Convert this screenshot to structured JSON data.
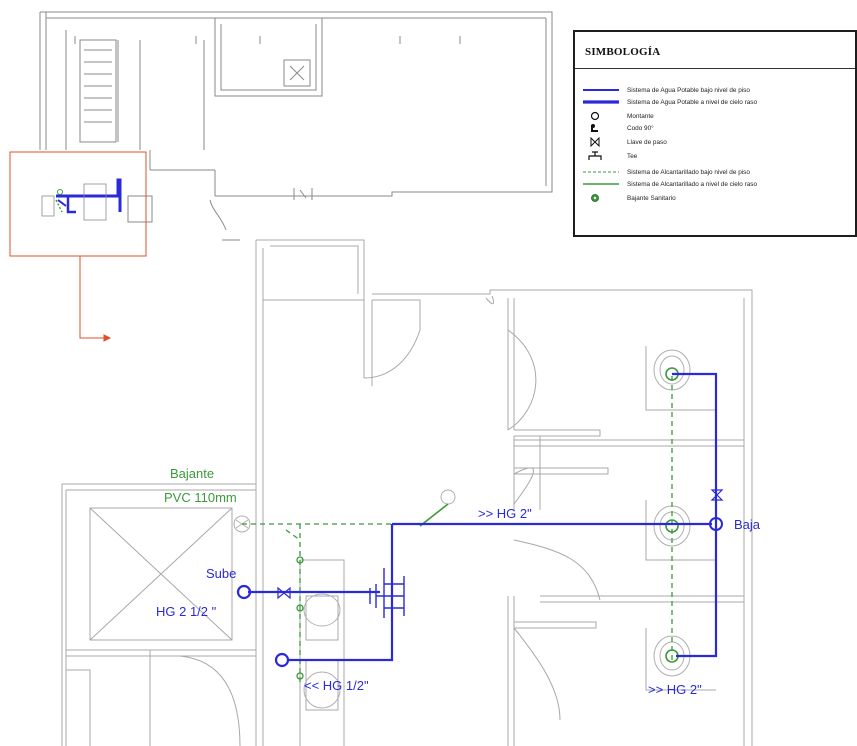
{
  "legend": {
    "title": "SIMBOLOGÍA",
    "items": [
      {
        "symbol": "blue-line-thin-icon",
        "label": "Sistema de Agua Potable bajo nivel de piso"
      },
      {
        "symbol": "blue-line-thick-icon",
        "label": "Sistema de Agua Potable a nivel de cielo raso"
      },
      {
        "symbol": "circle-icon",
        "label": "Montante"
      },
      {
        "symbol": "elbow-icon",
        "label": "Codo 90°"
      },
      {
        "symbol": "valve-icon",
        "label": "Llave de paso"
      },
      {
        "symbol": "tee-icon",
        "label": "Tee"
      },
      {
        "symbol": "green-dashed-line-icon",
        "label": "Sistema de Alcantarillado bajo nivel de piso"
      },
      {
        "symbol": "green-line-icon",
        "label": "Sistema de Alcantarillado a nivel de cielo raso"
      },
      {
        "symbol": "green-circle-icon",
        "label": "Bajante Sanitario"
      }
    ]
  },
  "annotations": {
    "bajante_title": "Bajante",
    "bajante_spec": "PVC 110mm",
    "hg2_top": ">> HG 2\"",
    "baja": "Baja",
    "sube": "Sube",
    "hg212": "HG 2 1/2  \"",
    "hg12": "<< HG 1/2\"",
    "hg2_bottom": ">> HG 2\""
  },
  "colors": {
    "water": "#2a2ad8",
    "sewer": "#3a9a3a",
    "highlight": "#e0502a",
    "walls": "#9a9a9a"
  }
}
